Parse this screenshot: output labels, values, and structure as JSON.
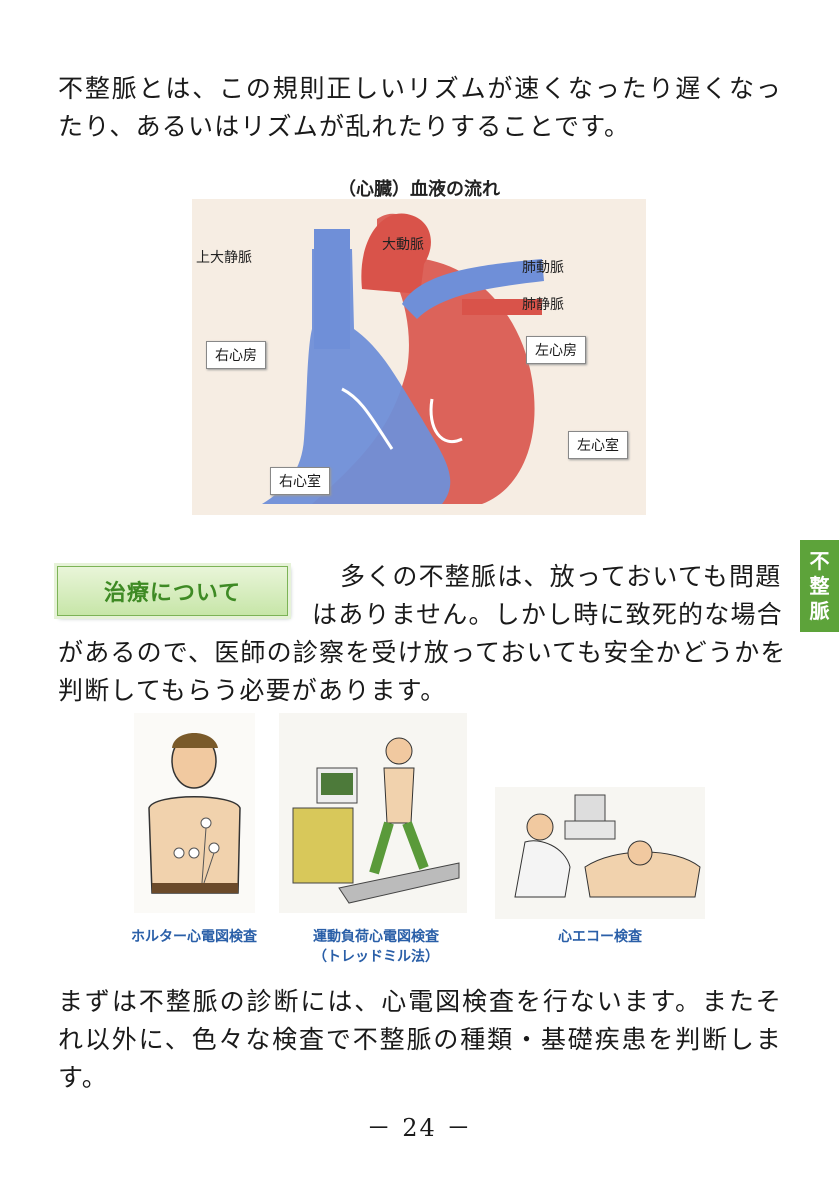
{
  "paragraph1": "不整脈とは、この規則正しいリズムが速くなったり遅くなったり、あるいはリズムが乱れたりすることです。",
  "heart_figure": {
    "caption": "（心臓）血液の流れ",
    "labels": {
      "svc": "上大静脈",
      "aorta": "大動脈",
      "pulmonary_artery": "肺動脈",
      "pulmonary_vein": "肺静脈",
      "right_atrium": "右心房",
      "left_atrium": "左心房",
      "left_ventricle": "左心室",
      "right_ventricle": "右心室"
    },
    "colors": {
      "red": "#d9534a",
      "blue": "#6f8fd8",
      "panel": "#f6ede3"
    }
  },
  "side_tab": {
    "chars": [
      "不",
      "整",
      "脈"
    ],
    "color": "#5da33a"
  },
  "treatment": {
    "heading": "治療について",
    "lines": [
      "多くの不整脈は、放っておいても問題",
      "はありません。しかし時に致死的な場合",
      "があるので、医師の診察を受け放っておいても安全かどうかを",
      "判断してもらう必要があります。"
    ]
  },
  "exams": {
    "holter": "ホルター心電図検査",
    "exercise": "運動負荷心電図検査",
    "exercise_sub": "（トレッドミル法）",
    "echo": "心エコー検査"
  },
  "paragraph2": "まずは不整脈の診断には、心電図検査を行ないます。またそれ以外に、色々な検査で不整脈の種類・基礎疾患を判断します。",
  "page_number": "－ 24 －"
}
